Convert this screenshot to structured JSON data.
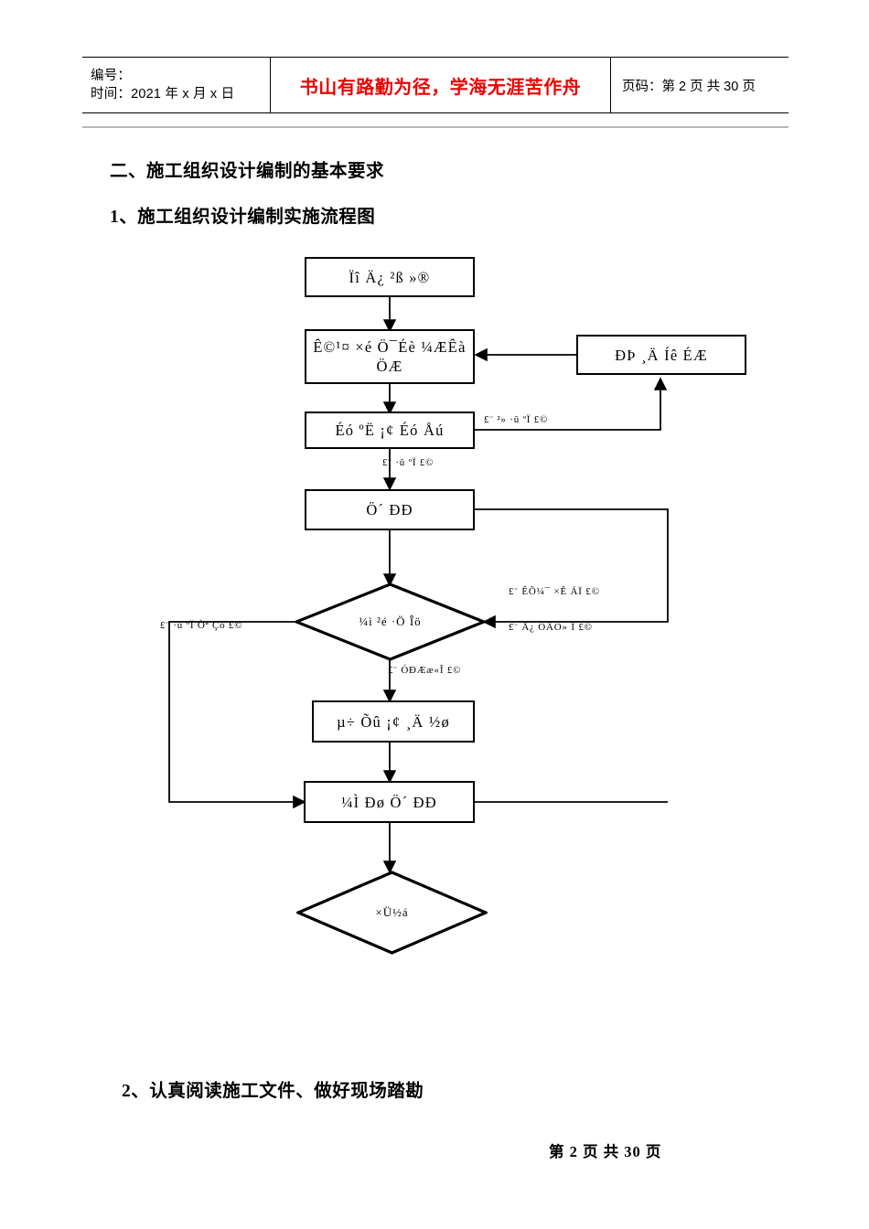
{
  "header": {
    "left_cell": {
      "line1": "编号：",
      "line2": "时间：2021 年 x 月 x 日"
    },
    "slogan": "书山有路勤为径，学海无涯苦作舟",
    "page_info": "页码：第 2 页  共 30 页"
  },
  "headings": {
    "section_two": "二、施工组织设计编制的基本要求",
    "sub_one": "1、施工组织设计编制实施流程图",
    "sub_two": "2、认真阅读施工文件、做好现场踏勘"
  },
  "footer": {
    "text": "第 2 页  共 30 页"
  },
  "flowchart": {
    "nodes": {
      "project_planning": "Ïî  Ä¿ ²ß  »®",
      "construction_org_design": "Ê©¹¤  ×é Ö¯Éè ¼ÆÊà\nÖÆ",
      "review_approve": "Éó ºË  ¡¢  Éó Åú",
      "execute": "Ö´ ÐÐ",
      "modify_improve": "ÐÞ ¸Ä Íê  ÉÆ",
      "check_analyze": "¼ì ²é  ·Ö Îö",
      "adjust_improve": "µ÷ Õû ¡¢  ¸Ä ½ø",
      "continue_execute": "¼Ì Ðø Ö´  ÐÐ",
      "summary": "×Ü½á"
    },
    "edge_labels": {
      "not_conform_right": "£¨  ²»  ·û  ºÏ  £©",
      "conform_down": "£¨  ·û  ºÏ  £©",
      "collect_data": "£¨  ÊÕ¼¯ ×Ê ÁÏ  £©",
      "monthly_one": "£¨  Ä¿ ÔÂÒ»  Î  £©",
      "conform_request_left": "£¨  ·û  ºÏ  Òª  Çó £©",
      "has_deviation": "£¨  ÓÐÆæ«Î  £©"
    }
  }
}
